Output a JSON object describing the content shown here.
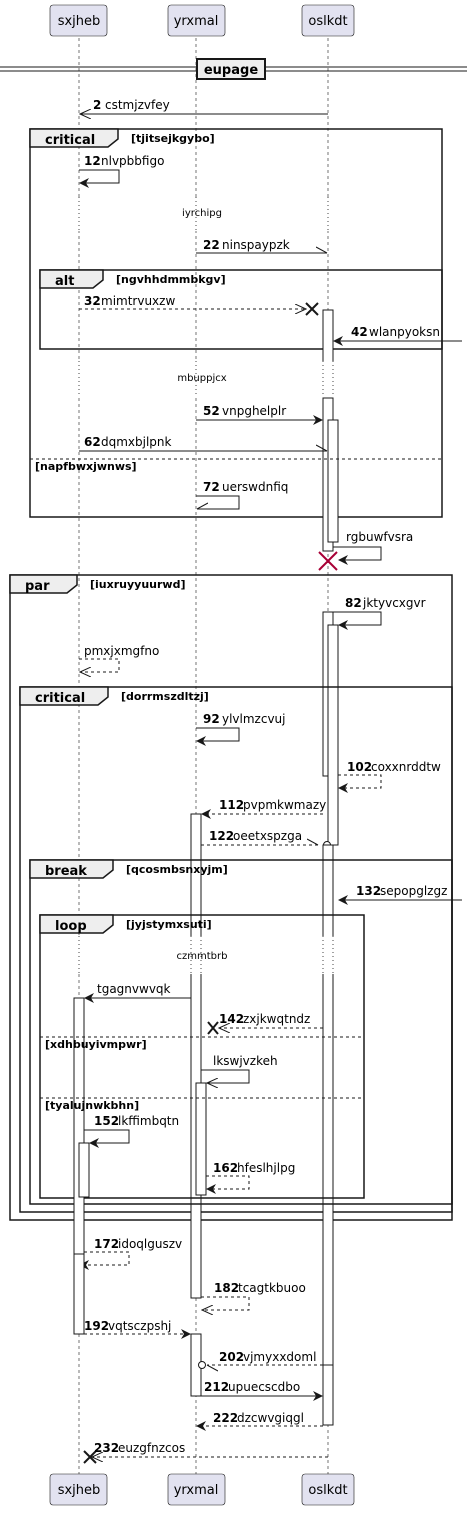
{
  "participants": [
    {
      "id": "p1",
      "name": "sxjheb"
    },
    {
      "id": "p2",
      "name": "yrxmal"
    },
    {
      "id": "p3",
      "name": "oslkdt"
    }
  ],
  "divider": {
    "title": "eupage"
  },
  "groups": [
    {
      "id": "g1",
      "title": "critical",
      "condition": "[tjitsejkgybo]"
    },
    {
      "id": "g2",
      "title": "alt",
      "condition": "[ngvhhdmmbkgv]"
    },
    {
      "id": "g1b",
      "title": "",
      "condition": "[napfbwxjwnws]"
    },
    {
      "id": "g3",
      "title": "par",
      "condition": "[iuxruyyuurwd]"
    },
    {
      "id": "g4",
      "title": "critical",
      "condition": "[dorrmszdltzj]"
    },
    {
      "id": "g5",
      "title": "break",
      "condition": "[qcosmbsnxyjm]"
    },
    {
      "id": "g6",
      "title": "loop",
      "condition": "[jyjstymxsuti]"
    },
    {
      "id": "g6b",
      "title": "",
      "condition": "[xdhbuyivmpwr]"
    },
    {
      "id": "g6c",
      "title": "",
      "condition": "[tyalujnwkbhn]"
    }
  ],
  "delays": [
    {
      "id": "d1",
      "text": "iyrchipg"
    },
    {
      "id": "d2",
      "text": "mbuppjcx"
    },
    {
      "id": "d3",
      "text": "czmmtbrb"
    }
  ],
  "messages": [
    {
      "id": "m1",
      "num": "2",
      "text": "cstmjzvfey"
    },
    {
      "id": "m2",
      "num": "12",
      "text": "nlvpbbfigo"
    },
    {
      "id": "m3",
      "num": "22",
      "text": "ninspaypzk"
    },
    {
      "id": "m4",
      "num": "32",
      "text": "mimtrvuxzw"
    },
    {
      "id": "m5",
      "num": "42",
      "text": "wlanpyoksn"
    },
    {
      "id": "m6",
      "num": "52",
      "text": "vnpghelplr"
    },
    {
      "id": "m7",
      "num": "62",
      "text": "dqmxbjlpnk"
    },
    {
      "id": "m8",
      "num": "72",
      "text": "uerswdnfiq"
    },
    {
      "id": "m9",
      "num": "",
      "text": "rgbuwfvsra"
    },
    {
      "id": "m10",
      "num": "82",
      "text": "jktyvcxgvr"
    },
    {
      "id": "m11",
      "num": "",
      "text": "pmxjxmgfno"
    },
    {
      "id": "m12",
      "num": "92",
      "text": "ylvlmzcvuj"
    },
    {
      "id": "m13",
      "num": "102",
      "text": "coxxnrddtw"
    },
    {
      "id": "m14",
      "num": "112",
      "text": "pvpmkwmazy"
    },
    {
      "id": "m15",
      "num": "122",
      "text": "oeetxspzga"
    },
    {
      "id": "m16",
      "num": "132",
      "text": "sepopglzgz"
    },
    {
      "id": "m17",
      "num": "",
      "text": "tgagnvwvqk"
    },
    {
      "id": "m18",
      "num": "142",
      "text": "zxjkwqtndz"
    },
    {
      "id": "m19",
      "num": "",
      "text": "lkswjvzkeh"
    },
    {
      "id": "m20",
      "num": "152",
      "text": "lkffimbqtn"
    },
    {
      "id": "m21",
      "num": "162",
      "text": "hfeslhjlpg"
    },
    {
      "id": "m22",
      "num": "172",
      "text": "idoqlguszv"
    },
    {
      "id": "m23",
      "num": "182",
      "text": "tcagtkbuoo"
    },
    {
      "id": "m24",
      "num": "192",
      "text": "vqtsczpshj"
    },
    {
      "id": "m25",
      "num": "202",
      "text": "vjmyxxdoml"
    },
    {
      "id": "m26",
      "num": "212",
      "text": "upuecscdbo"
    },
    {
      "id": "m27",
      "num": "222",
      "text": "dzcwvgiqgl"
    },
    {
      "id": "m28",
      "num": "232",
      "text": "euzgfnzcos"
    }
  ]
}
